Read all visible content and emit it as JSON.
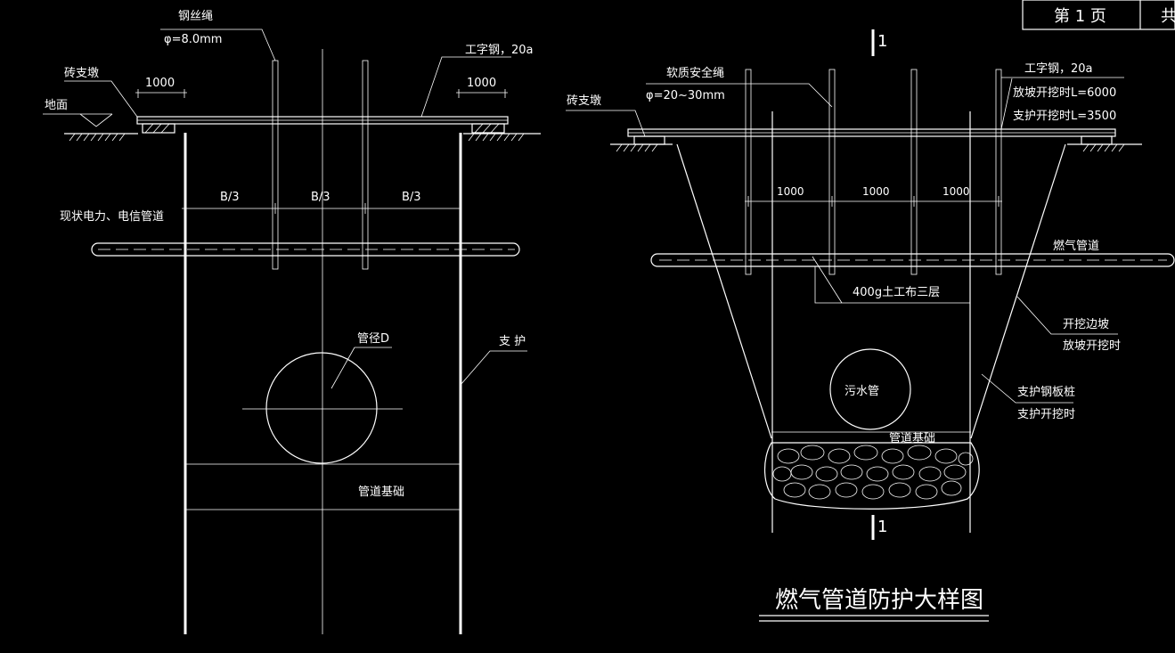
{
  "title_block": {
    "page_label": "第 1 页",
    "right_partial": "共"
  },
  "left_view": {
    "wire_rope_label": "钢丝绳",
    "wire_rope_dia": "φ=8.0mm",
    "brick_pier": "砖支墩",
    "ground": "地面",
    "i_beam": "工字钢，20a",
    "dim_left": "1000",
    "dim_right": "1000",
    "b3_1": "B/3",
    "b3_2": "B/3",
    "b3_3": "B/3",
    "utility_pipe": "现状电力、电信管道",
    "pipe_dia": "管径D",
    "support": "支 护",
    "pipe_foundation": "管道基础"
  },
  "right_view": {
    "section_top": "1",
    "section_bottom": "1",
    "soft_rope": "软质安全绳",
    "soft_rope_dia": "φ=20~30mm",
    "i_beam": "工字钢，20a",
    "slope_len": "放坡开挖时L=6000",
    "support_len": "支护开挖时L=3500",
    "brick_pier": "砖支墩",
    "dim1": "1000",
    "dim2": "1000",
    "dim3": "1000",
    "gas_pipe": "燃气管道",
    "geotextile": "400g土工布三层",
    "slope_edge": "开挖边坡",
    "slope_excav": "放坡开挖时",
    "sheet_pile": "支护钢板桩",
    "support_excav": "支护开挖时",
    "sewer": "污水管",
    "pipe_foundation": "管道基础"
  },
  "drawing_title": "燃气管道防护大样图"
}
